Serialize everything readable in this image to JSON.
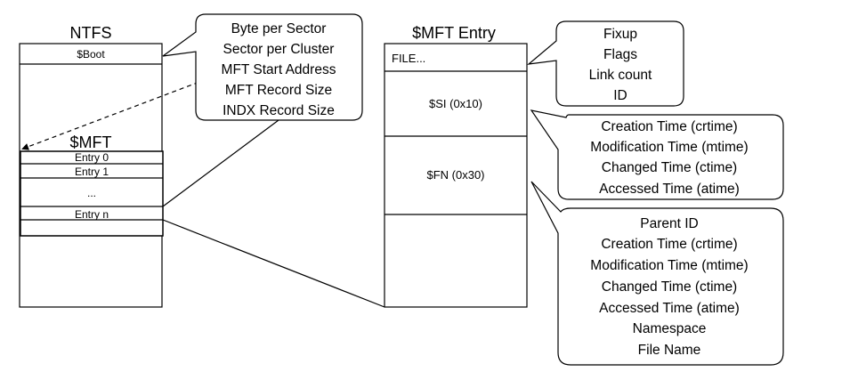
{
  "ntfs": {
    "title": "NTFS",
    "boot_label": "$Boot",
    "mft_label": "$MFT",
    "entries": [
      "Entry 0",
      "Entry 1",
      "...",
      "Entry n"
    ]
  },
  "boot_callout": {
    "lines": [
      "Byte per Sector",
      "Sector per Cluster",
      "MFT Start Address",
      "MFT Record Size",
      "INDX Record Size"
    ]
  },
  "mft_entry": {
    "title": "$MFT Entry",
    "header_label": "FILE...",
    "si_label": "$SI (0x10)",
    "fn_label": "$FN (0x30)"
  },
  "header_callout": {
    "lines": [
      "Fixup",
      "Flags",
      "Link count",
      "ID"
    ]
  },
  "si_callout": {
    "lines": [
      "Creation Time (crtime)",
      "Modification Time (mtime)",
      "Changed Time (ctime)",
      "Accessed Time (atime)"
    ]
  },
  "fn_callout": {
    "lines": [
      "Parent ID",
      "Creation Time (crtime)",
      "Modification Time (mtime)",
      "Changed Time (ctime)",
      "Accessed Time (atime)",
      "Namespace",
      "File Name"
    ]
  }
}
